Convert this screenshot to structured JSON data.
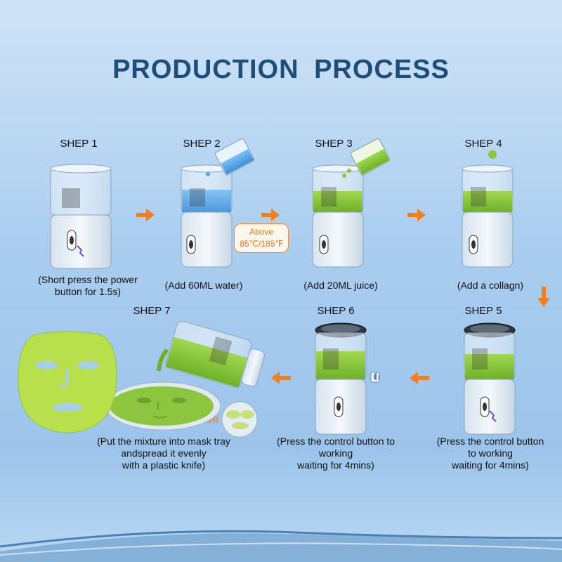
{
  "title": "PRODUCTION  PROCESS",
  "steps": [
    {
      "label": "SHEP 1",
      "caption_lines": [
        "(Short press the power",
        "button for 1.5s)"
      ]
    },
    {
      "label": "SHEP 2",
      "caption_lines": [
        "(Add 60ML water)"
      ]
    },
    {
      "label": "SHEP 3",
      "caption_lines": [
        "(Add 20ML juice)"
      ]
    },
    {
      "label": "SHEP 4",
      "caption_lines": [
        "(Add a collagn)"
      ]
    },
    {
      "label": "SHEP 5",
      "caption_lines": [
        "(Press the control button",
        "to working",
        "waiting for 4mins)"
      ]
    },
    {
      "label": "SHEP 6",
      "caption_lines": [
        "(Press the control button to",
        "working",
        "waiting for 4mins)"
      ]
    },
    {
      "label": "SHEP 7",
      "caption_lines": [
        "(Put the mixture into mask tray",
        "andspread it evenly",
        "with a plastic knife)"
      ]
    }
  ],
  "temperature_badge": {
    "line1": "Above",
    "line2": "85℃/185℉"
  },
  "or_label": "OR",
  "colors": {
    "title": "#1f4e79",
    "arrow": "#f07f23",
    "water": "#5aa6e8",
    "juice": "#8cc63f",
    "mask": "#b8e04a"
  }
}
